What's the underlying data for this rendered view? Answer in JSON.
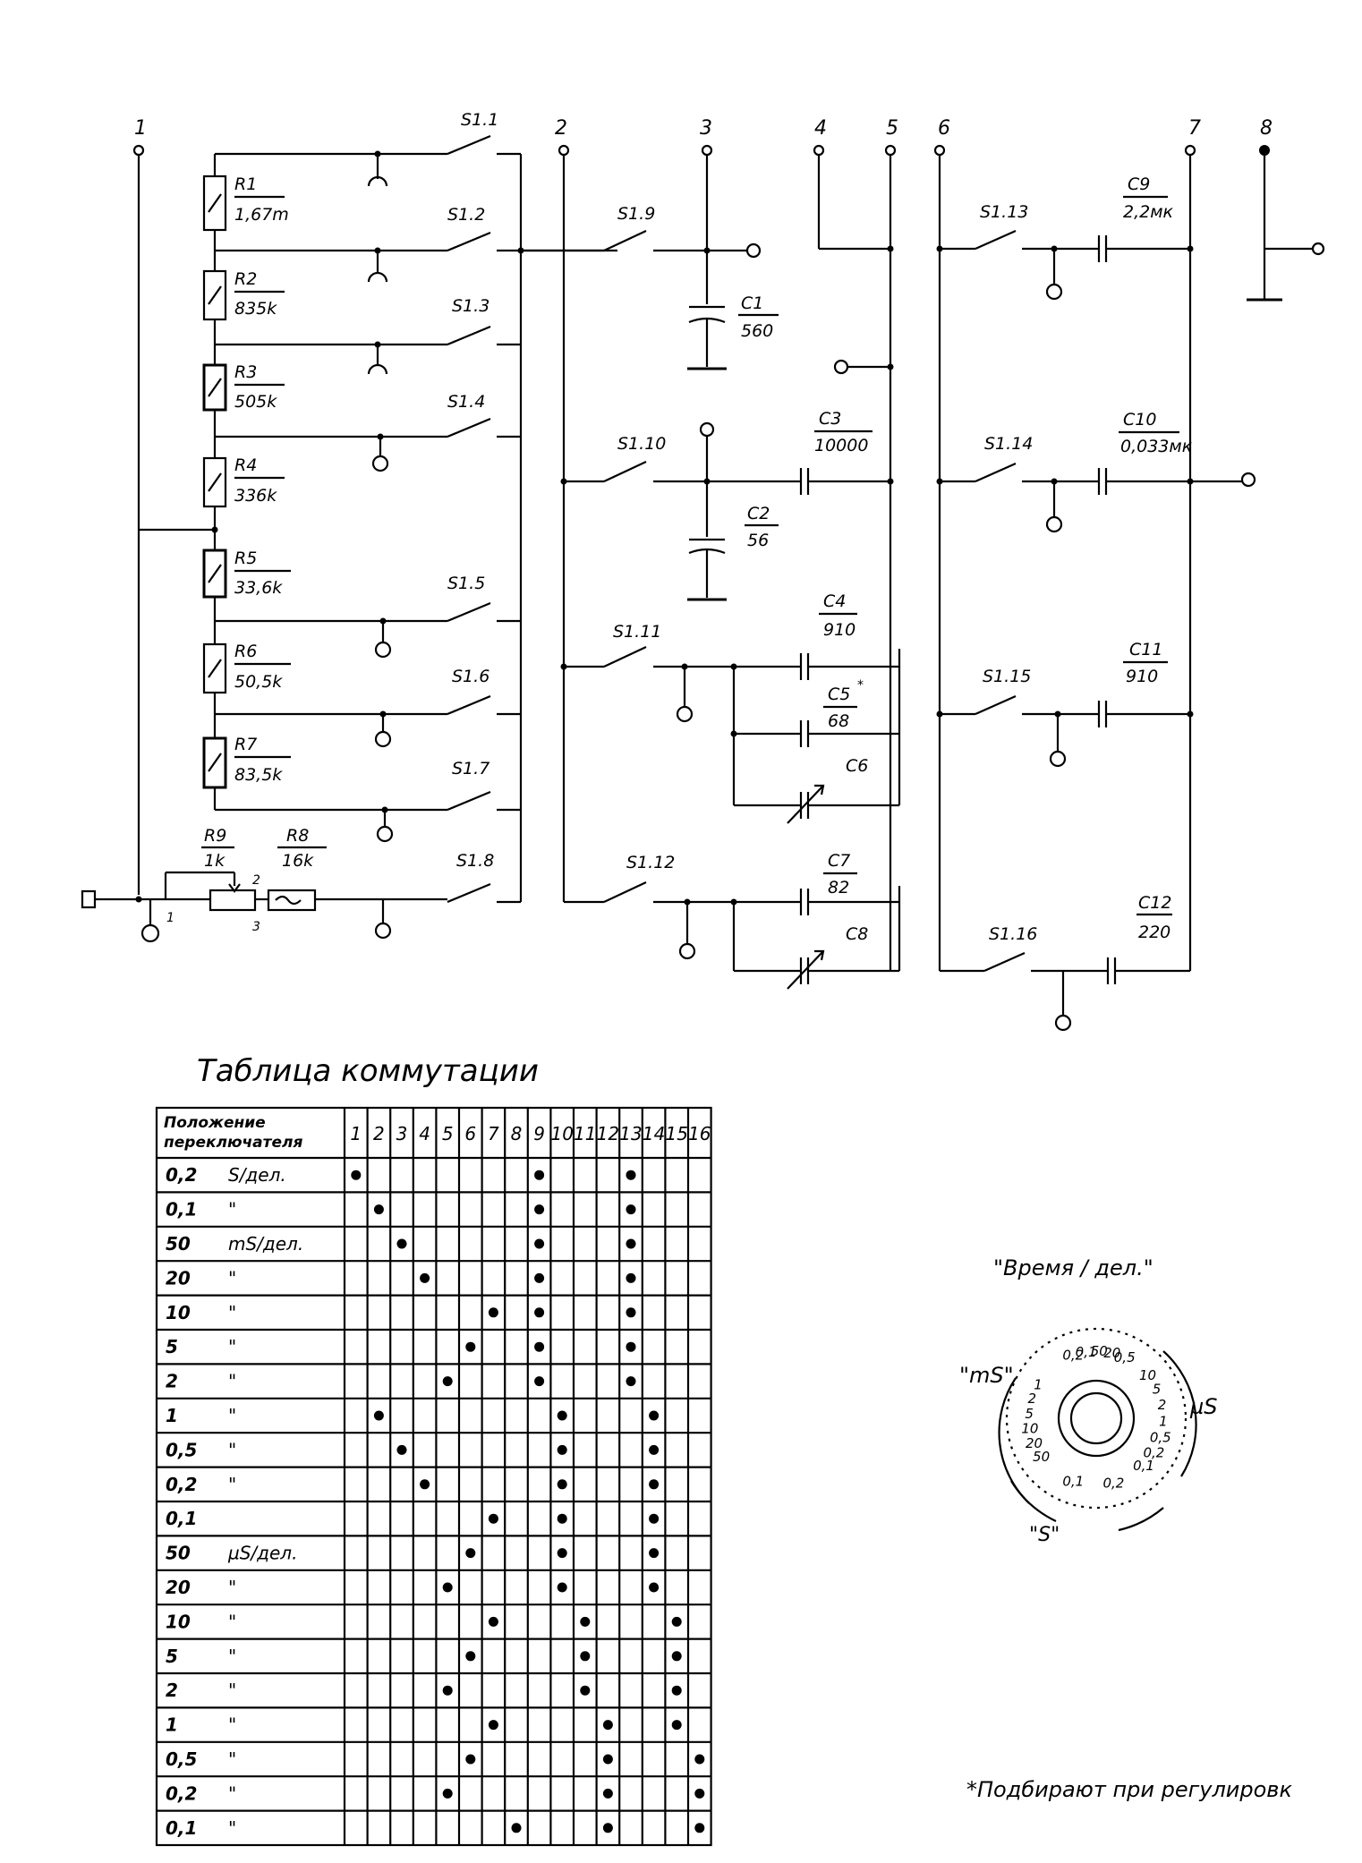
{
  "schematic": {
    "terminals": [
      "1",
      "2",
      "3",
      "4",
      "5",
      "6",
      "7",
      "8"
    ],
    "resistors": [
      {
        "ref": "R1",
        "value": "1,67m"
      },
      {
        "ref": "R2",
        "value": "835k"
      },
      {
        "ref": "R3",
        "value": "505k"
      },
      {
        "ref": "R4",
        "value": "336k"
      },
      {
        "ref": "R5",
        "value": "33,6k"
      },
      {
        "ref": "R6",
        "value": "50,5k"
      },
      {
        "ref": "R7",
        "value": "83,5k"
      },
      {
        "ref": "R9",
        "value": "1k"
      },
      {
        "ref": "R8",
        "value": "16k"
      }
    ],
    "switches": [
      "S1.1",
      "S1.2",
      "S1.3",
      "S1.4",
      "S1.5",
      "S1.6",
      "S1.7",
      "S1.8",
      "S1.9",
      "S1.10",
      "S1.11",
      "S1.12",
      "S1.13",
      "S1.14",
      "S1.15",
      "S1.16"
    ],
    "capacitors": [
      {
        "ref": "C1",
        "value": "560"
      },
      {
        "ref": "C2",
        "value": "56"
      },
      {
        "ref": "C3",
        "value": "10000"
      },
      {
        "ref": "C4",
        "value": "910"
      },
      {
        "ref": "C5",
        "value": "68"
      },
      {
        "ref": "C6",
        "value": ""
      },
      {
        "ref": "C7",
        "value": "82"
      },
      {
        "ref": "C8",
        "value": ""
      },
      {
        "ref": "C9",
        "value": "2,2мк"
      },
      {
        "ref": "C10",
        "value": "0,033мк"
      },
      {
        "ref": "C11",
        "value": "910"
      },
      {
        "ref": "C12",
        "value": "220"
      }
    ],
    "c5_mark": "*",
    "pot_pins": [
      "1",
      "2",
      "3"
    ]
  },
  "table": {
    "title": "Таблица коммутации",
    "corner_header_line1": "Положение",
    "corner_header_line2": "переключателя",
    "columns": [
      "1",
      "2",
      "3",
      "4",
      "5",
      "6",
      "7",
      "8",
      "9",
      "10",
      "11",
      "12",
      "13",
      "14",
      "15",
      "16"
    ],
    "rows": [
      {
        "value": "0,2",
        "unit": "S/дел.",
        "dots": [
          1,
          9,
          13
        ]
      },
      {
        "value": "0,1",
        "unit": "\"",
        "dots": [
          2,
          9,
          13
        ]
      },
      {
        "value": "50",
        "unit": "mS/дел.",
        "dots": [
          3,
          9,
          13
        ]
      },
      {
        "value": "20",
        "unit": "\"",
        "dots": [
          4,
          9,
          13
        ]
      },
      {
        "value": "10",
        "unit": "\"",
        "dots": [
          7,
          9,
          13
        ]
      },
      {
        "value": "5",
        "unit": "\"",
        "dots": [
          6,
          9,
          13
        ]
      },
      {
        "value": "2",
        "unit": "\"",
        "dots": [
          5,
          9,
          13
        ]
      },
      {
        "value": "1",
        "unit": "\"",
        "dots": [
          2,
          10,
          14
        ]
      },
      {
        "value": "0,5",
        "unit": "\"",
        "dots": [
          3,
          10,
          14
        ]
      },
      {
        "value": "0,2",
        "unit": "\"",
        "dots": [
          4,
          10,
          14
        ]
      },
      {
        "value": "0,1",
        "unit": "",
        "dots": [
          7,
          10,
          14
        ]
      },
      {
        "value": "50",
        "unit": "µS/дел.",
        "dots": [
          6,
          10,
          14
        ]
      },
      {
        "value": "20",
        "unit": "\"",
        "dots": [
          5,
          10,
          14
        ]
      },
      {
        "value": "10",
        "unit": "\"",
        "dots": [
          7,
          11,
          15
        ]
      },
      {
        "value": "5",
        "unit": "\"",
        "dots": [
          6,
          11,
          15
        ]
      },
      {
        "value": "2",
        "unit": "\"",
        "dots": [
          5,
          11,
          15
        ]
      },
      {
        "value": "1",
        "unit": "\"",
        "dots": [
          7,
          12,
          15
        ]
      },
      {
        "value": "0,5",
        "unit": "\"",
        "dots": [
          6,
          12,
          16
        ]
      },
      {
        "value": "0,2",
        "unit": "\"",
        "dots": [
          5,
          12,
          16
        ]
      },
      {
        "value": "0,1",
        "unit": "\"",
        "dots": [
          8,
          12,
          16
        ]
      }
    ]
  },
  "dial": {
    "title": "\"Время / дел.\"",
    "left_label": "\"mS\"",
    "right_label": "µS",
    "bottom_label": "\"S\"",
    "top_marks": [
      "0,2",
      "0,1",
      "50",
      "20",
      "0,5"
    ],
    "left_marks": [
      "1",
      "2",
      "5",
      "10",
      "20",
      "50"
    ],
    "right_marks": [
      "10",
      "5",
      "2",
      "1",
      "0,5",
      "0,2",
      "0,1"
    ],
    "bottom_marks": [
      "0,1",
      "0,2"
    ]
  },
  "footnote": "*Подбирают при регулировк"
}
